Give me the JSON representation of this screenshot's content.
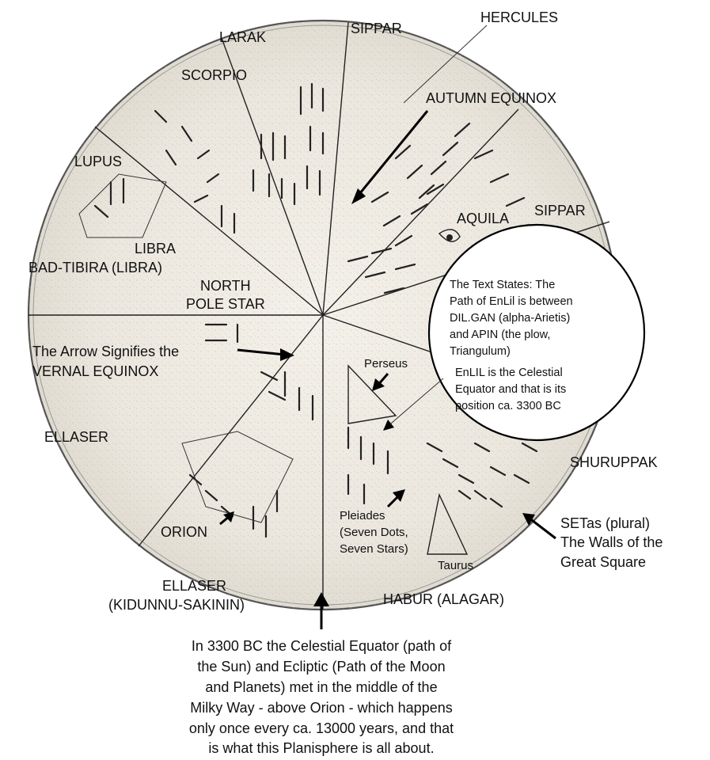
{
  "labels": {
    "hercules": "HERCULES",
    "sippar_top": "SIPPAR",
    "larak": "LARAK",
    "scorpio": "SCORPIO",
    "autumn_equinox": "AUTUMN EQUINOX",
    "lupus": "LUPUS",
    "aquila": "AQUILA",
    "sippar_right": "SIPPAR",
    "libra": "LIBRA",
    "bad_tibira": "BAD-TIBIRA (LIBRA)",
    "north_pole_star_1": "NORTH",
    "north_pole_star_2": "POLE STAR",
    "arrow_note_1": "The Arrow Signifies the",
    "arrow_note_2": "VERNAL EQUINOX",
    "perseus": "Perseus",
    "ellaser": "ELLASER",
    "shuruppak": "SHURUPPAK",
    "orion": "ORION",
    "pleiades_1": "Pleiades",
    "pleiades_2": "(Seven Dots,",
    "pleiades_3": "Seven Stars)",
    "taurus": "Taurus",
    "setas_1": "SETas (plural)",
    "setas_2": "The Walls of the",
    "setas_3": "Great Square",
    "ellaser_kidunnu_1": "ELLASER",
    "ellaser_kidunnu_2": "(KIDUNNU-SAKININ)",
    "habur": "HABUR (ALAGAR)"
  },
  "circle_note": {
    "lines": [
      "The Text States: The",
      "Path of EnLil is between",
      "DIL.GAN (alpha-Arietis)",
      "and APIN (the plow,",
      "Triangulum)",
      "EnLIL is the Celestial",
      "Equator and that is its",
      "position ca. 3300 BC"
    ]
  },
  "bottom_caption": {
    "lines": [
      "In 3300 BC the Celestial Equator (path of",
      "the Sun) and Ecliptic (Path of the Moon",
      "and Planets) met in the middle of the",
      "Milky Way - above Orion -  which happens",
      "only once  every ca. 13000 years, and that",
      "is what this Planisphere is all about."
    ]
  }
}
